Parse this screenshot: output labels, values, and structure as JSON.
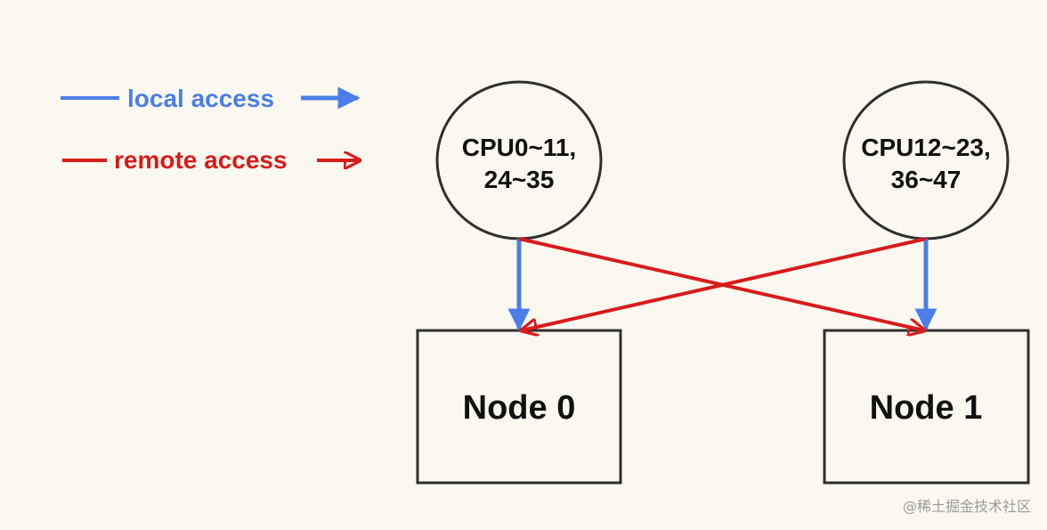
{
  "legend": {
    "local": {
      "label": "local access",
      "color": "#4a7ee8"
    },
    "remote": {
      "label": "remote access",
      "color": "#d81b1b"
    }
  },
  "cpus": [
    {
      "line1": "CPU0~11,",
      "line2": "24~35"
    },
    {
      "line1": "CPU12~23,",
      "line2": "36~47"
    }
  ],
  "nodes": [
    {
      "label": "Node 0"
    },
    {
      "label": "Node 1"
    }
  ],
  "watermark": "@稀土掘金技术社区"
}
